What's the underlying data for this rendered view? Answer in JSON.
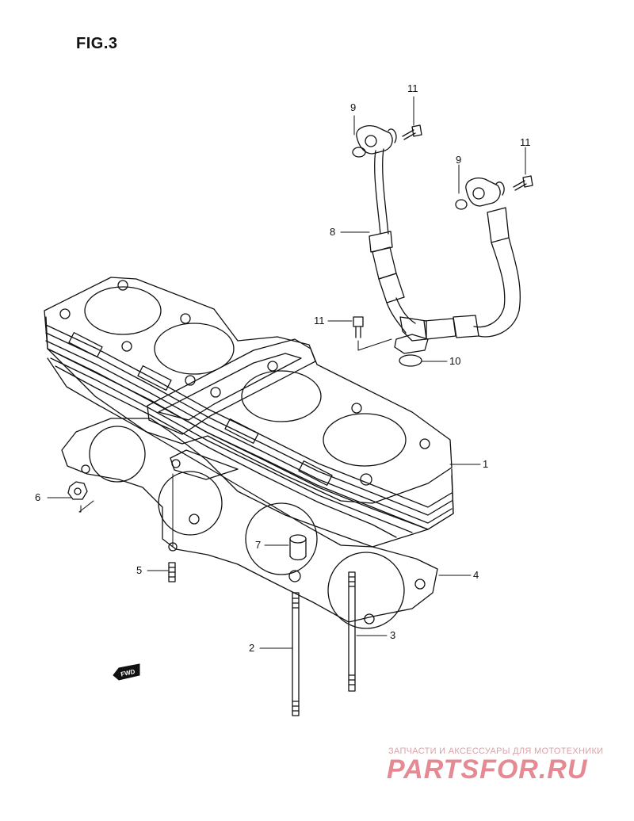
{
  "figure": {
    "title": "FIG.3"
  },
  "callouts": {
    "c1": "1",
    "c2": "2",
    "c3": "3",
    "c4": "4",
    "c5": "5",
    "c6": "6",
    "c7": "7",
    "c8": "8",
    "c9a": "9",
    "c9b": "9",
    "c10": "10",
    "c11a": "11",
    "c11b": "11",
    "c11c": "11"
  },
  "fwd_mark": "FWD",
  "watermark": {
    "subtitle": "ЗАПЧАСТИ И АКСЕССУАРЫ ДЛЯ МОТОТЕХНИКИ",
    "logo": "PARTSFOR.RU",
    "color": "#e58a93"
  }
}
